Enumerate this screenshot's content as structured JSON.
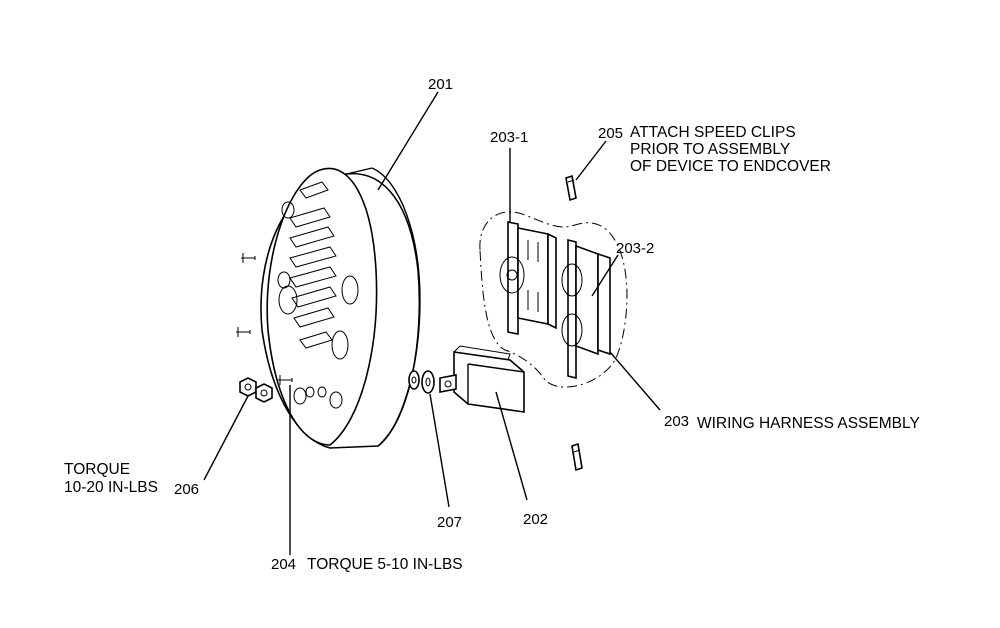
{
  "callouts": {
    "c201": "201",
    "c202": "202",
    "c203": "203",
    "c203_1": "203-1",
    "c203_2": "203-2",
    "c204": "204",
    "c205": "205",
    "c206": "206",
    "c207": "207"
  },
  "notes": {
    "speed_clips": [
      "ATTACH SPEED CLIPS",
      "PRIOR TO ASSEMBLY",
      "OF DEVICE TO ENDCOVER"
    ],
    "wiring_harness": "WIRING HARNESS ASSEMBLY",
    "torque_206": [
      "TORQUE",
      "10-20 IN-LBS"
    ],
    "torque_204": "TORQUE 5-10 IN-LBS"
  }
}
